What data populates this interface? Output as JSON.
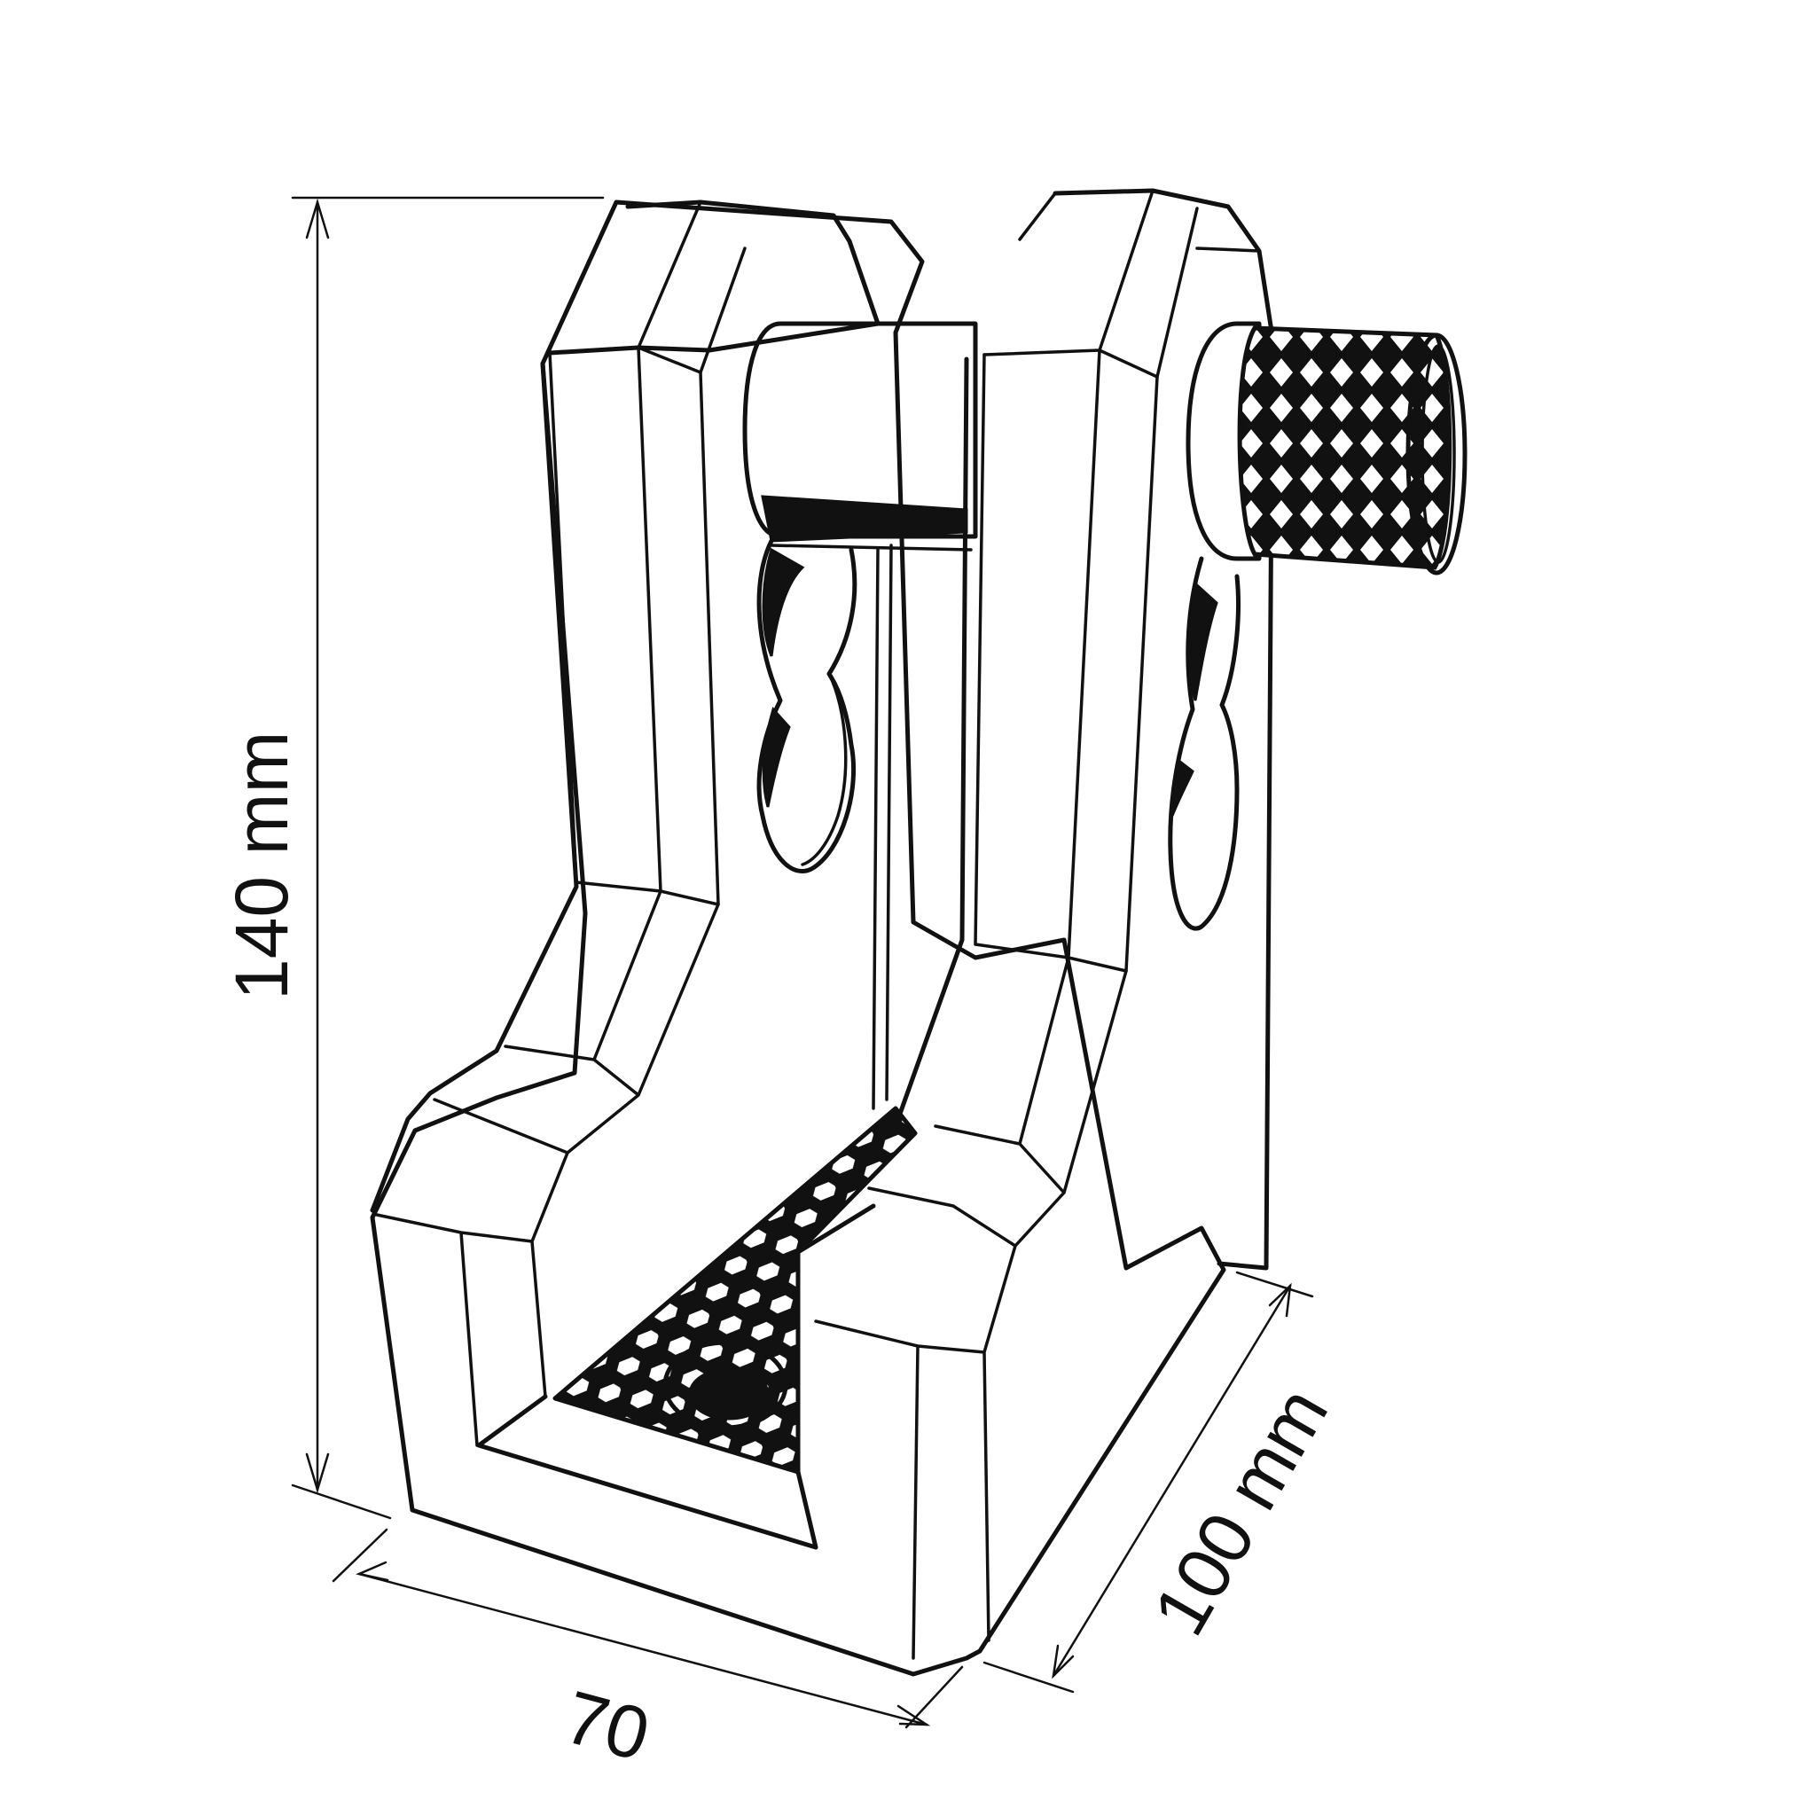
{
  "dimensions": {
    "height_label": "140 mm",
    "width_label": "70",
    "depth_label": "100 mm"
  },
  "colors": {
    "line": "#111111",
    "background": "#ffffff"
  }
}
